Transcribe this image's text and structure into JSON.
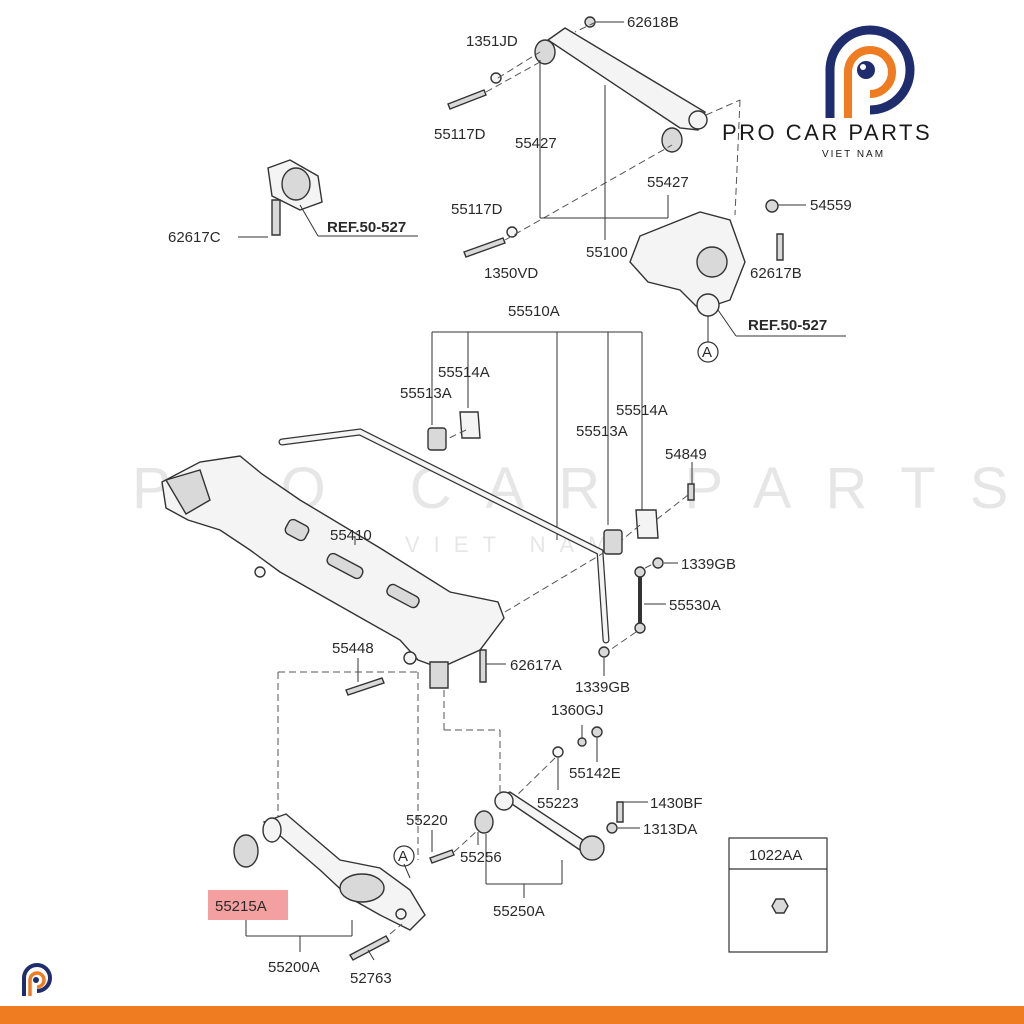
{
  "brand": {
    "name": "PRO CAR PARTS",
    "tagline": "VIET NAM",
    "watermark_name": "PRO CAR PARTS",
    "watermark_tagline": "VIET NAM",
    "orange": "#f07c22",
    "navy": "#1f2d6e"
  },
  "highlight_color": "#f5a0a0",
  "labels": {
    "p62618B": "62618B",
    "p1351JD": "1351JD",
    "p55117D_top": "55117D",
    "p55427_left": "55427",
    "p55427_right": "55427",
    "p62617C": "62617C",
    "ref_left": "REF.50-527",
    "p55117D_mid": "55117D",
    "p1350VD": "1350VD",
    "p55100": "55100",
    "p54559": "54559",
    "p62617B": "62617B",
    "ref_right": "REF.50-527",
    "circle_a_top": "A",
    "p55510A": "55510A",
    "p55514A_left": "55514A",
    "p55513A_left": "55513A",
    "p55514A_right": "55514A",
    "p55513A_right": "55513A",
    "p54849": "54849",
    "p55410": "55410",
    "p1339GB_top": "1339GB",
    "p55530A": "55530A",
    "p55448": "55448",
    "p62617A": "62617A",
    "p1339GB_bottom": "1339GB",
    "p1360GJ": "1360GJ",
    "p55142E": "55142E",
    "p55223": "55223",
    "p1430BF": "1430BF",
    "p55220": "55220",
    "p1313DA": "1313DA",
    "circle_a_bottom": "A",
    "p55256": "55256",
    "p55215A": "55215A",
    "p55250A": "55250A",
    "p55200A": "55200A",
    "p52763": "52763",
    "p1022AA": "1022AA"
  }
}
